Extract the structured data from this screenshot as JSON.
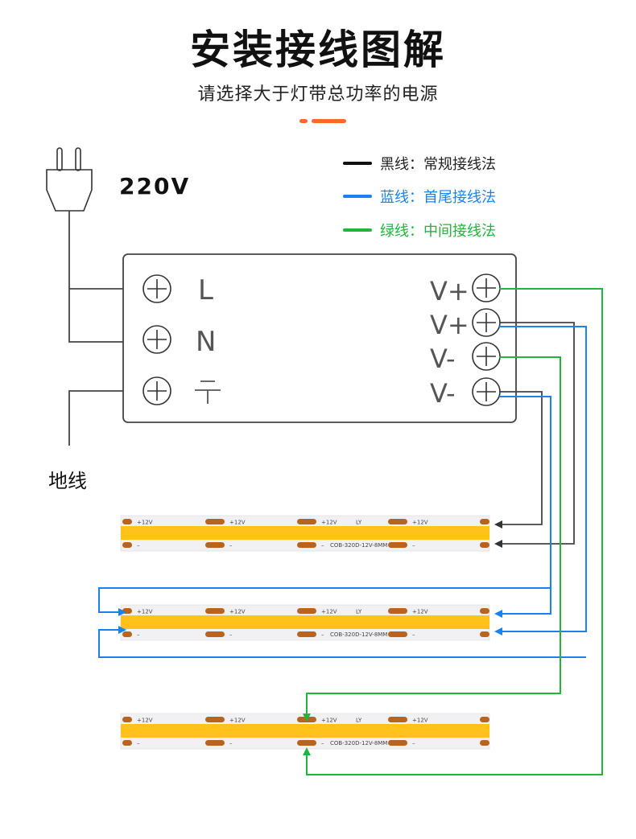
{
  "header": {
    "title": "安装接线图解",
    "subtitle": "请选择大于灯带总功率的电源"
  },
  "power_input": {
    "voltage": "220V",
    "icon": "plug-icon",
    "ground_label": "地线"
  },
  "legend": [
    {
      "label": "黑线：常规接线法",
      "color": "#111111"
    },
    {
      "label": "蓝线：首尾接线法",
      "color": "#1a82f0"
    },
    {
      "label": "绿线：中间接线法",
      "color": "#22b43c"
    }
  ],
  "power_supply": {
    "input_terminals": [
      "L",
      "N",
      "⏚"
    ],
    "output_terminals": [
      "V+",
      "V+",
      "V-",
      "V-"
    ]
  },
  "led_strip": {
    "pad_top_label": "+12V",
    "pad_bottom_label": "–",
    "brand_label": "LY",
    "model_label": "COB-320D-12V-8MM"
  },
  "colors": {
    "accent": "#ff6a2b",
    "wire_black": "#444444",
    "wire_blue": "#1a82f0",
    "wire_green": "#22b43c",
    "strip_yellow": "#ffc21a",
    "pad_copper": "#b8641e"
  }
}
